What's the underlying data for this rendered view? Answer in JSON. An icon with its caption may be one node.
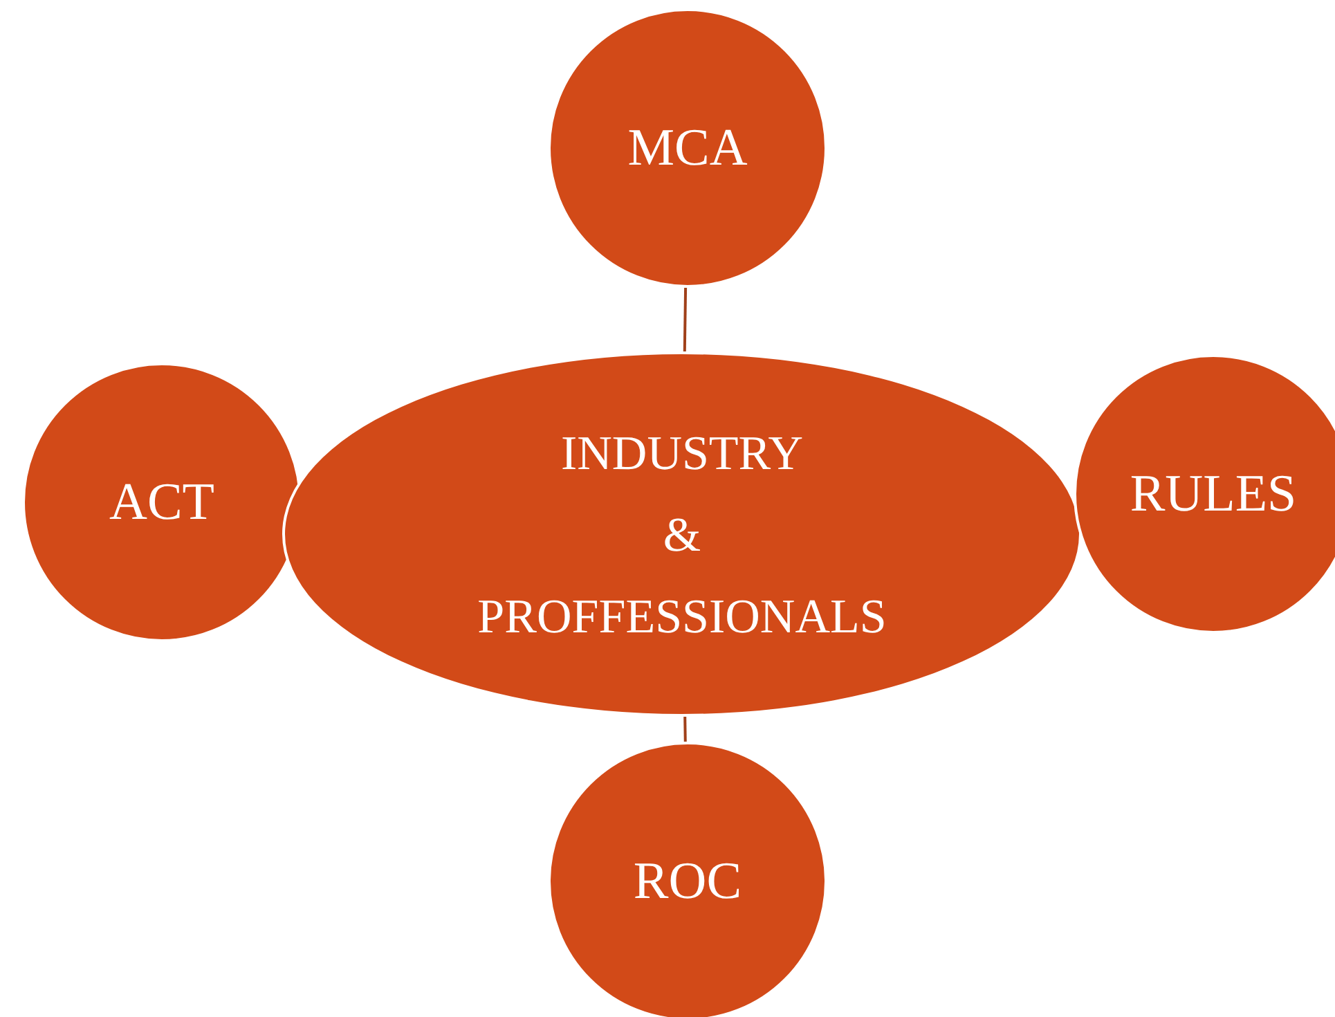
{
  "diagram": {
    "nodes": [
      {
        "text": [
          "MCA"
        ]
      },
      {
        "text": [
          "ACT"
        ]
      },
      {
        "text": [
          "INDUSTRY",
          "&",
          "PROFFESSIONALS"
        ]
      },
      {
        "text": [
          "RULES"
        ]
      },
      {
        "text": [
          "ROC"
        ]
      }
    ],
    "edges": [
      {
        "from": 0,
        "to": 2,
        "arrow": "none"
      },
      {
        "from": 2,
        "to": 4,
        "arrow": "none"
      }
    ]
  }
}
